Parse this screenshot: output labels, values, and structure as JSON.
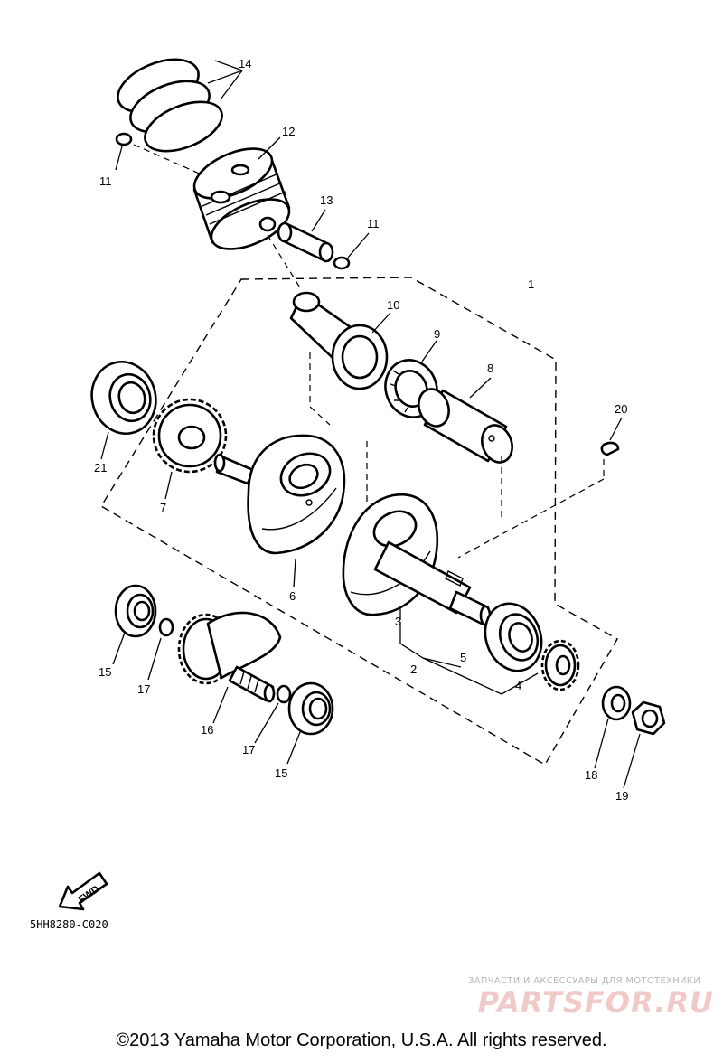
{
  "callouts": {
    "c1": "1",
    "c2": "2",
    "c3": "3",
    "c4": "4",
    "c5": "5",
    "c6": "6",
    "c7": "7",
    "c8": "8",
    "c9": "9",
    "c10": "10",
    "c11a": "11",
    "c11b": "11",
    "c12": "12",
    "c13": "13",
    "c14": "14",
    "c15a": "15",
    "c15b": "15",
    "c16": "16",
    "c17a": "17",
    "c17b": "17",
    "c18": "18",
    "c19": "19",
    "c20": "20",
    "c21": "21"
  },
  "fwd_label": "FWD",
  "diagram_code": "5HH8280-C020",
  "watermark": {
    "tagline": "ЗАПЧАСТИ И АКСЕССУАРЫ ДЛЯ МОТОТЕХНИКИ",
    "logo": "PARTSFOR.RU"
  },
  "copyright": "©2013 Yamaha Motor Corporation, U.S.A. All rights reserved."
}
